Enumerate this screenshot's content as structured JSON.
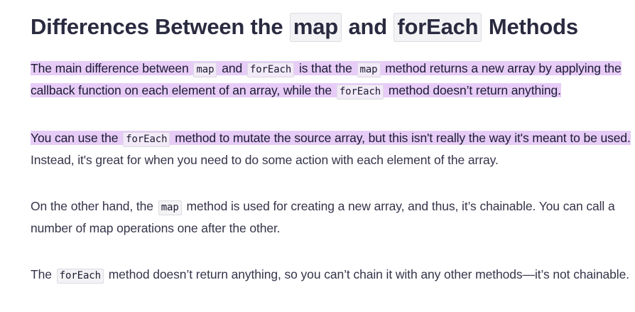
{
  "heading": {
    "prefix": "Differences Between the ",
    "code1": "map",
    "mid": " and ",
    "code2": "forEach",
    "suffix": " Methods"
  },
  "p1": {
    "t1": "The main difference between ",
    "c1": "map",
    "t2": " and ",
    "c2": "forEach",
    "t3": " is that the ",
    "c3": "map",
    "t4": " method returns a new array by applying the callback function on each element of an array, while the ",
    "c4": "forEach",
    "t5": " method doesn’t return anything."
  },
  "p2": {
    "t1": "You can use the ",
    "c1": "forEach",
    "t2": " method to mutate the source array, but this isn't really the way it's meant to be used.",
    "t3": " Instead, it's great for when you need to do some action with each element of the array."
  },
  "p3": {
    "t1": "On the other hand, the ",
    "c1": "map",
    "t2": " method is used for creating a new array, and thus, it’s chainable. You can call a number of map operations one after the other."
  },
  "p4": {
    "t1": "The ",
    "c1": "forEach",
    "t2": " method doesn’t return anything, so you can’t chain it with any other methods—it’s not chainable."
  }
}
